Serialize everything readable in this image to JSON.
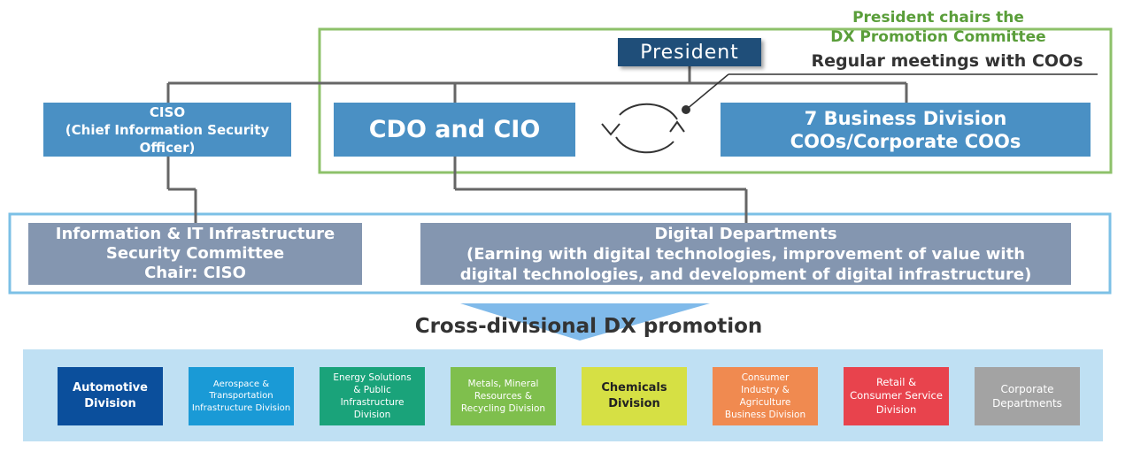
{
  "president": {
    "label": "President"
  },
  "committee_note": "President chairs the\nDX Promotion Committee",
  "meetings_note": "Regular meetings with COOs",
  "ciso": {
    "label": "CISO\n(Chief Information Security\nOfficer)"
  },
  "cdo_cio": {
    "label": "CDO and CIO"
  },
  "coos": {
    "label": "7 Business Division\nCOOs/Corporate COOs"
  },
  "security_committee": {
    "label": "Information & IT Infrastructure\nSecurity Committee\nChair: CISO"
  },
  "digital_departments": {
    "label": "Digital Departments\n(Earning with digital technologies, improvement of value with\ndigital technologies, and development of digital infrastructure)"
  },
  "dx_promotion": {
    "title": "Cross-divisional DX promotion"
  },
  "divisions": [
    {
      "label": "Automotive\nDivision",
      "color": "#0b4f9c",
      "text_color": "#ffffff"
    },
    {
      "label": "Aerospace &\nTransportation\nInfrastructure Division",
      "color": "#1a9ad6",
      "text_color": "#ffffff"
    },
    {
      "label": "Energy Solutions\n& Public\nInfrastructure\nDivision",
      "color": "#1aa37a",
      "text_color": "#ffffff"
    },
    {
      "label": "Metals, Mineral\nResources &\nRecycling Division",
      "color": "#7fbf4d",
      "text_color": "#ffffff"
    },
    {
      "label": "Chemicals\nDivision",
      "color": "#d6e044",
      "text_color": "#222222"
    },
    {
      "label": "Consumer\nIndustry &\nAgriculture\nBusiness Division",
      "color": "#f08a50",
      "text_color": "#ffffff"
    },
    {
      "label": "Retail &\nConsumer Service\nDivision",
      "color": "#e8434d",
      "text_color": "#ffffff"
    },
    {
      "label": "Corporate\nDepartments",
      "color": "#a3a3a3",
      "text_color": "#ffffff"
    }
  ],
  "colors": {
    "committee_border": "#8dc16a",
    "digital_border": "#7cc0e6",
    "connector": "#666666",
    "division_band": "#bfe0f3",
    "arrow": "#6aaee6"
  }
}
